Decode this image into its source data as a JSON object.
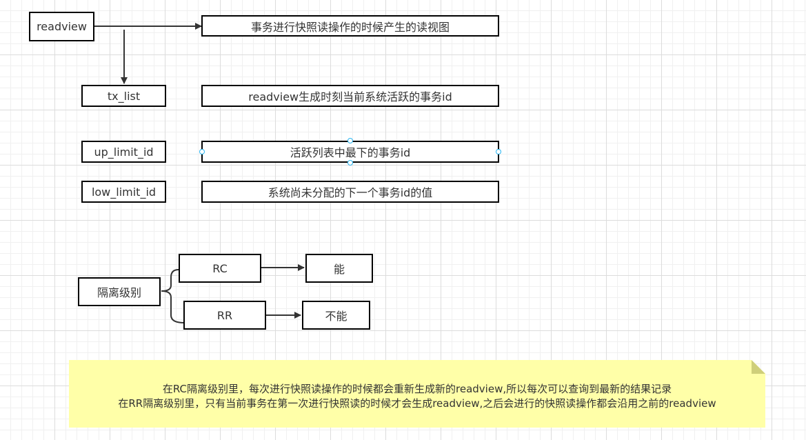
{
  "boxes": {
    "readview": "readview",
    "readview_desc": "事务进行快照读操作的时候产生的读视图",
    "tx_list": "tx_list",
    "tx_list_desc": "readview生成时刻当前系统活跃的事务id",
    "up_limit_id": "up_limit_id",
    "up_limit_id_desc": "活跃列表中最下的事务id",
    "low_limit_id": "low_limit_id",
    "low_limit_id_desc": "系统尚未分配的下一个事务id的值"
  },
  "isolation": {
    "root": "隔离级别",
    "rc": "RC",
    "rc_result": "能",
    "rr": "RR",
    "rr_result": "不能"
  },
  "note": {
    "line1": "在RC隔离级别里，每次进行快照读操作的时候都会重新生成新的readview,所以每次可以查询到最新的结果记录",
    "line2": "在RR隔离级别里，只有当前事务在第一次进行快照读的时候才会生成readview,之后会进行的快照读操作都会沿用之前的readview"
  },
  "colors": {
    "note_fill": "#ffffa8",
    "note_fold": "#cfcf7a",
    "selection_handle": "#29b6f2"
  }
}
